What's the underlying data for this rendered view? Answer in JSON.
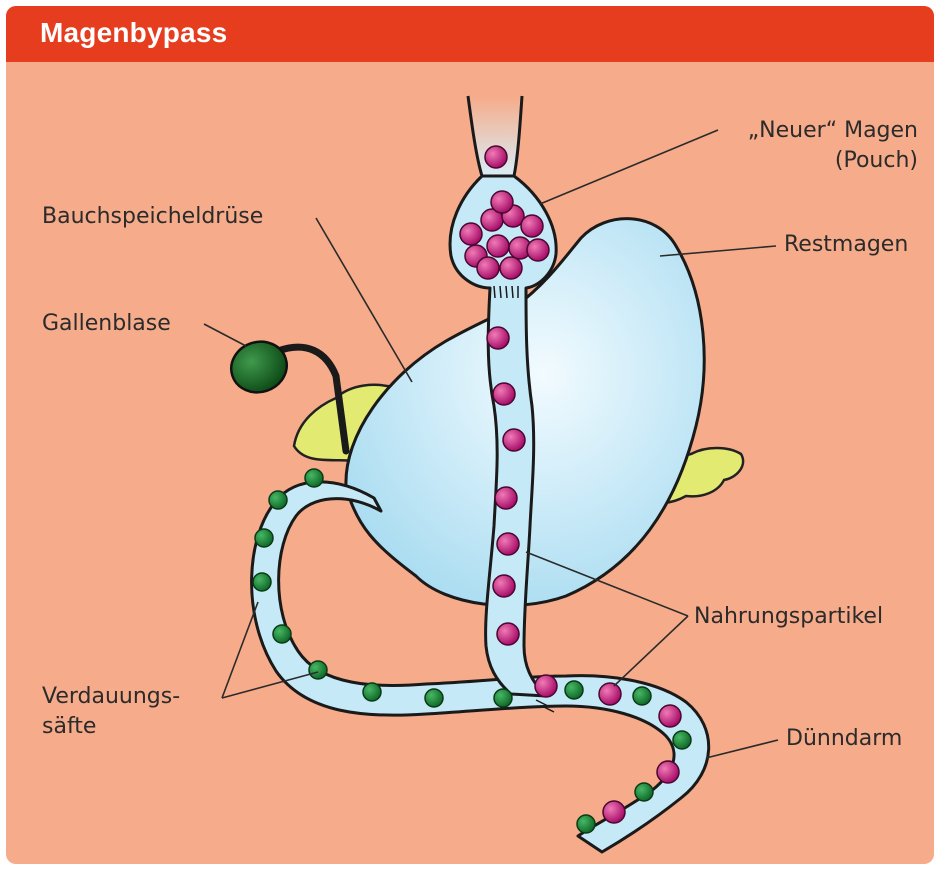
{
  "title": "Magenbypass",
  "labels": {
    "pouch_line1": "„Neuer“ Magen",
    "pouch_line2": "(Pouch)",
    "restmagen": "Restmagen",
    "bauchspeicheldruese": "Bauchspeicheldrüse",
    "gallenblase": "Gallenblase",
    "nahrungspartikel": "Nahrungspartikel",
    "verdauung_line1": "Verdauungs-",
    "verdauung_line2": "säfte",
    "duenndarm": "Dünndarm"
  },
  "colors": {
    "header": "#e63d1f",
    "background": "#f6ab8a",
    "stomach": "#c6e9f7",
    "pancreas": "#e2ea72",
    "gallbladder": "#1c6b2a",
    "food_particle": "#c2187e",
    "digestive_juice": "#1f8a3c"
  }
}
